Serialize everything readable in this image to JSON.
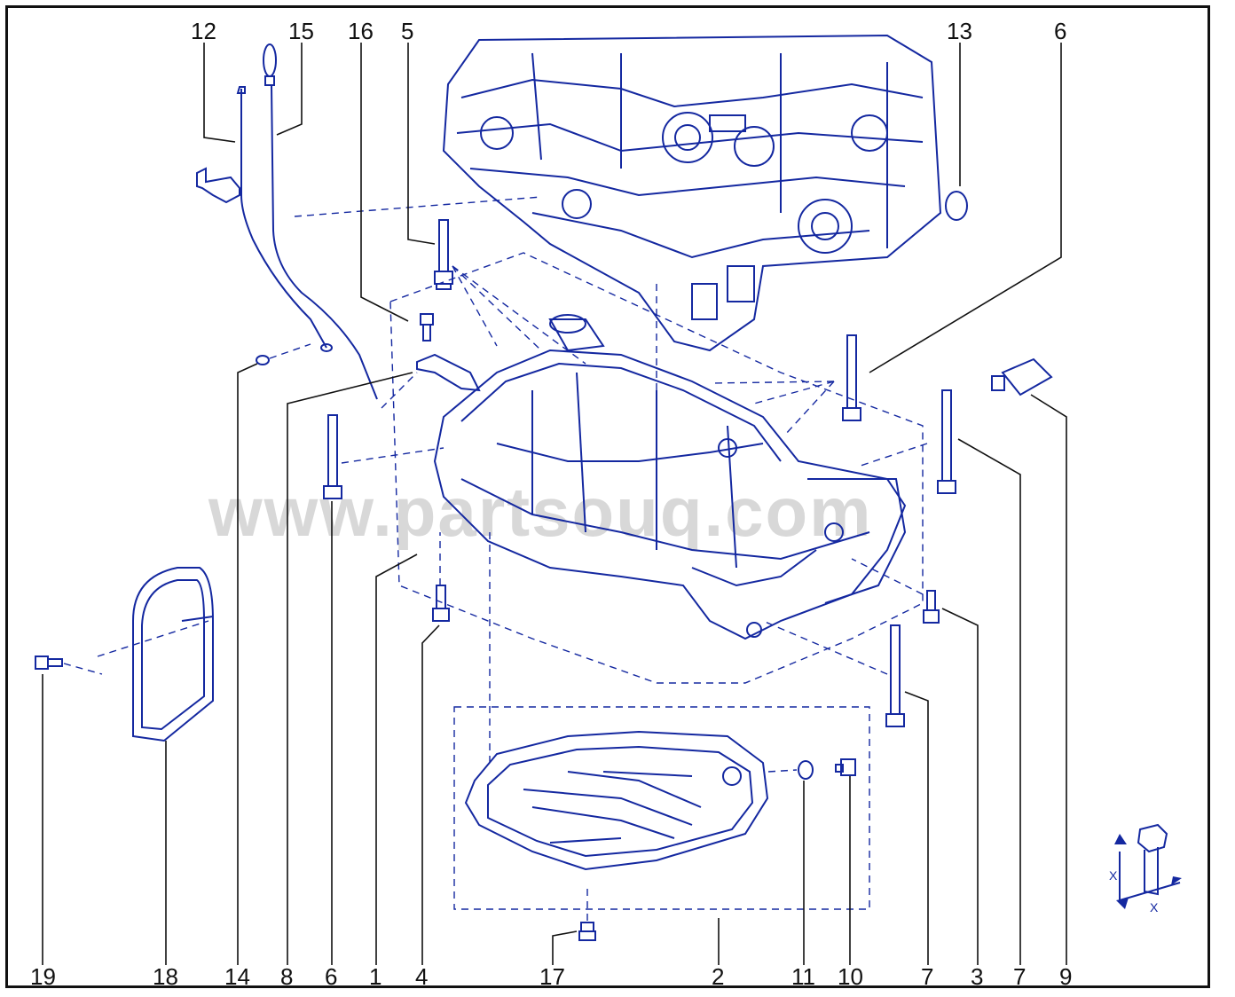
{
  "watermark": "www.partsouq.com",
  "callouts": {
    "c12": "12",
    "c15": "15",
    "c16": "16",
    "c5": "5",
    "c13": "13",
    "c6top": "6",
    "c19": "19",
    "c18": "18",
    "c14": "14",
    "c8": "8",
    "c6bottom": "6",
    "c1": "1",
    "c4": "4",
    "c17": "17",
    "c2": "2",
    "c11": "11",
    "c10": "10",
    "c7a": "7",
    "c3": "3",
    "c7b": "7",
    "c9": "9"
  },
  "torque_symbol": {
    "x1": "X",
    "x2": "X"
  },
  "colors": {
    "line": "#1428a0",
    "text": "#111111",
    "frame": "#111111"
  }
}
